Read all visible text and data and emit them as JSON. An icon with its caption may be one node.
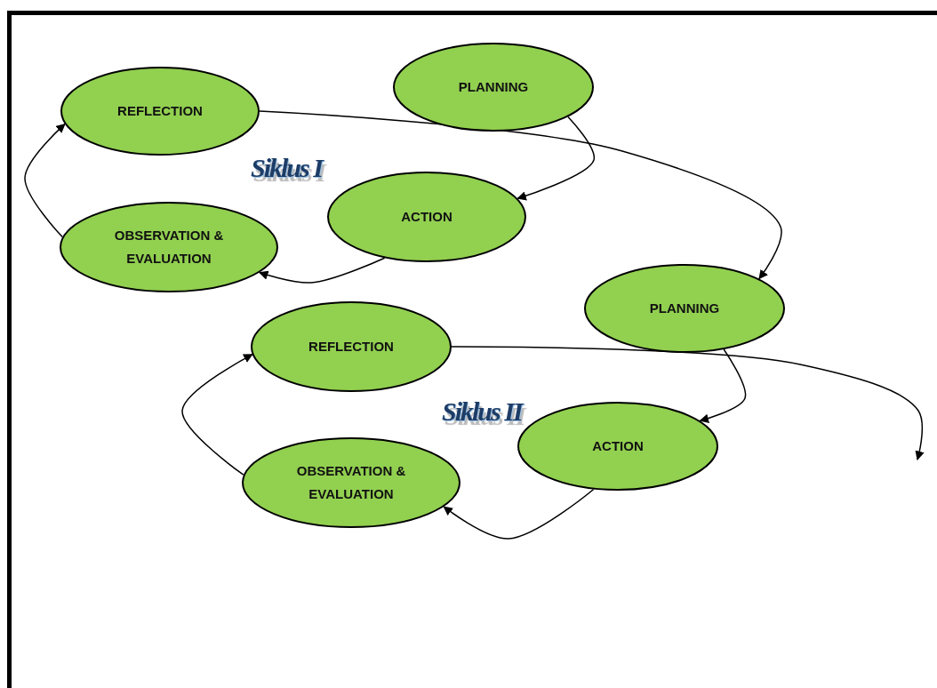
{
  "diagram": {
    "nodes": [
      {
        "text": [
          "REFLECTION"
        ]
      },
      {
        "text": [
          "PLANNING"
        ]
      },
      {
        "text": [
          "ACTION"
        ]
      },
      {
        "text": [
          "OBSERVATION & EVALUATION"
        ]
      },
      {
        "text": [
          "PLANNING"
        ]
      },
      {
        "text": [
          "REFLECTION"
        ]
      },
      {
        "text": [
          "ACTION"
        ]
      },
      {
        "text": [
          "OBSERVATION & EVALUATION"
        ]
      }
    ],
    "edges": [
      {
        "from": 1,
        "to": 2,
        "arrow": "to"
      },
      {
        "from": 2,
        "to": 3,
        "arrow": "to"
      },
      {
        "from": 3,
        "to": 0,
        "arrow": "to"
      },
      {
        "from": 0,
        "to": 4,
        "arrow": "to"
      },
      {
        "from": 4,
        "to": 6,
        "arrow": "to"
      },
      {
        "from": 6,
        "to": 7,
        "arrow": "to"
      },
      {
        "from": 7,
        "to": 5,
        "arrow": "to"
      },
      {
        "from": 5,
        "to": null,
        "arrow": "to"
      }
    ],
    "labels": [
      "Siklus I",
      "Siklus II"
    ]
  }
}
